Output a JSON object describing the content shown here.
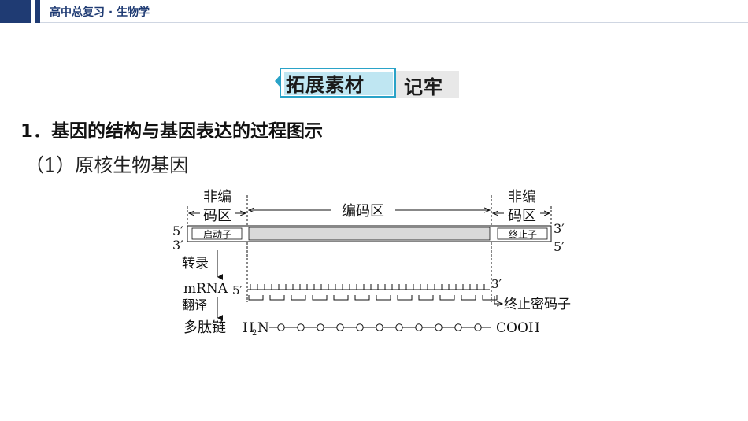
{
  "header": {
    "title": "高中总复习 · 生物学"
  },
  "banner": {
    "part1": "拓展素材",
    "part2": "记牢"
  },
  "section": {
    "heading": "1．基因的结构与基因表达的过程图示",
    "subheading": "（1）原核生物基因"
  },
  "diagram": {
    "noncoding_left_1": "非编",
    "noncoding_left_2": "码区",
    "coding": "编码区",
    "noncoding_right_1": "非编",
    "noncoding_right_2": "码区",
    "end5_top_left": "5′",
    "end3_bottom_left": "3′",
    "end3_top_right": "3′",
    "end5_bottom_right": "5′",
    "promoter": "启动子",
    "terminator": "终止子",
    "transcription": "转录",
    "mrna": "mRNA",
    "mrna_5": "5′",
    "mrna_3": "3′",
    "translation": "翻译",
    "stop_codon": "终止密码子",
    "polypeptide": "多肽链",
    "h2n_h": "H",
    "h2n_sub": "2",
    "h2n_n": "N",
    "cooh": "COOH"
  }
}
